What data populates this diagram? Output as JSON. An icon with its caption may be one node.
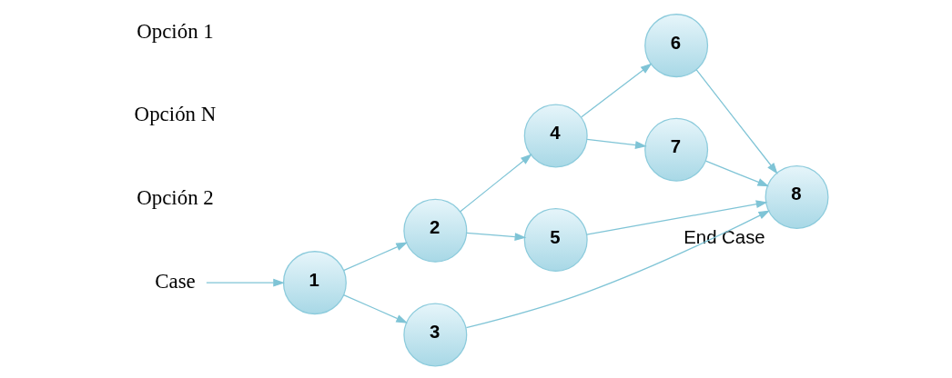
{
  "diagram": {
    "nodes": [
      {
        "text": [
          "Case"
        ]
      },
      {
        "text": [
          "1"
        ]
      },
      {
        "text": [
          "2"
        ]
      },
      {
        "text": [
          "3"
        ]
      },
      {
        "text": [
          "4"
        ]
      },
      {
        "text": [
          "5"
        ]
      },
      {
        "text": [
          "6"
        ]
      },
      {
        "text": [
          "7"
        ]
      },
      {
        "text": [
          "8"
        ],
        "beside": [
          "End Case"
        ]
      }
    ],
    "edges": [
      {
        "from": 0,
        "to": 1,
        "arrow": "to"
      },
      {
        "from": 1,
        "to": 2,
        "arrow": "to"
      },
      {
        "from": 1,
        "to": 3,
        "arrow": "to"
      },
      {
        "from": 2,
        "to": 4,
        "arrow": "to"
      },
      {
        "from": 2,
        "to": 5,
        "arrow": "to"
      },
      {
        "from": 4,
        "to": 6,
        "arrow": "to"
      },
      {
        "from": 4,
        "to": 7,
        "arrow": "to"
      },
      {
        "from": 6,
        "to": 8,
        "arrow": "to"
      },
      {
        "from": 7,
        "to": 8,
        "arrow": "to"
      },
      {
        "from": 5,
        "to": 8,
        "arrow": "to"
      },
      {
        "from": 3,
        "to": 8,
        "arrow": "to"
      }
    ],
    "labels": [
      "Opción 2",
      "Opción N",
      "Opción 1"
    ]
  }
}
